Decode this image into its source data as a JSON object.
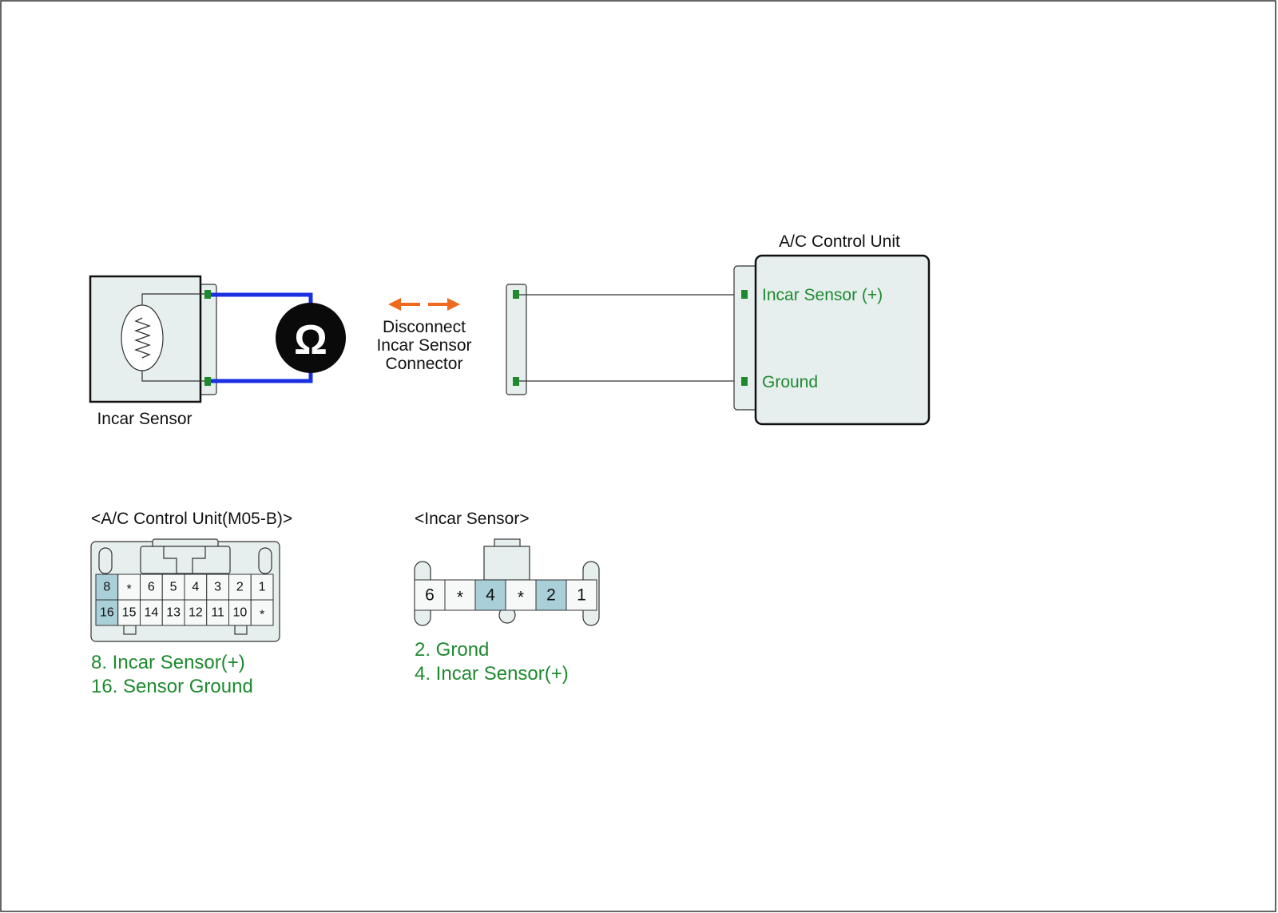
{
  "colors": {
    "wire_meter": "#1a2fe0",
    "arrow": "#ee6a1f",
    "terminal": "#1e8a2e",
    "label_green": "#1e8a2e",
    "box_fill": "#e6eeee",
    "pin_highlight": "#a9cfd8"
  },
  "labels": {
    "incar_sensor": "Incar Sensor",
    "ac_control_unit": "A/C Control Unit",
    "terminal_incar_plus": "Incar Sensor (+)",
    "terminal_ground": "Ground",
    "disconnect_line1": "Disconnect",
    "disconnect_line2": "Incar Sensor",
    "disconnect_line3": "Connector",
    "ohm_symbol": "Ω"
  },
  "connector_acu": {
    "title": "<A/C Control Unit(M05-B)>",
    "row1": [
      {
        "label": "8",
        "highlight": true
      },
      {
        "label": "*",
        "highlight": false
      },
      {
        "label": "6",
        "highlight": false
      },
      {
        "label": "5",
        "highlight": false
      },
      {
        "label": "4",
        "highlight": false
      },
      {
        "label": "3",
        "highlight": false
      },
      {
        "label": "2",
        "highlight": false
      },
      {
        "label": "1",
        "highlight": false
      }
    ],
    "row2": [
      {
        "label": "16",
        "highlight": true
      },
      {
        "label": "15",
        "highlight": false
      },
      {
        "label": "14",
        "highlight": false
      },
      {
        "label": "13",
        "highlight": false
      },
      {
        "label": "12",
        "highlight": false
      },
      {
        "label": "11",
        "highlight": false
      },
      {
        "label": "10",
        "highlight": false
      },
      {
        "label": "*",
        "highlight": false
      }
    ],
    "legend": [
      "8. Incar Sensor(+)",
      "16. Sensor Ground"
    ]
  },
  "connector_sensor": {
    "title": "<Incar Sensor>",
    "pins": [
      {
        "label": "6",
        "highlight": false
      },
      {
        "label": "*",
        "highlight": false
      },
      {
        "label": "4",
        "highlight": true
      },
      {
        "label": "*",
        "highlight": false
      },
      {
        "label": "2",
        "highlight": true
      },
      {
        "label": "1",
        "highlight": false
      }
    ],
    "legend": [
      "2. Grond",
      "4. Incar Sensor(+)"
    ]
  }
}
